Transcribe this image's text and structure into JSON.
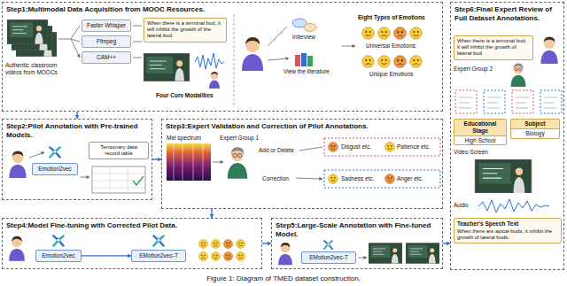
{
  "diagram": {
    "caption": "Figure 1: Diagram of TMED dataset construction.",
    "nodes": [
      {
        "text": [
          "Step1:Multimodal Data Acquisition from MOOC Resources."
        ]
      },
      {
        "text": [
          "Faster Whisper"
        ],
        "in": 0
      },
      {
        "text": [
          "Ffmpeg"
        ],
        "in": 0
      },
      {
        "text": [
          "CAM++"
        ],
        "in": 0
      },
      {
        "text": [
          "When there is a terminal bud, it will inhibit the growth of the lateral bud"
        ],
        "in": 0
      },
      {
        "text": [
          "Step2:Pilot Annotation with Pre-trained Models."
        ]
      },
      {
        "text": [
          "Emotion2vec"
        ],
        "in": 5
      },
      {
        "text": [
          "Temporary data record table"
        ],
        "in": 5
      },
      {
        "text": [
          "Step3:Expert Validation and Correction of Pilot Annotations."
        ]
      },
      {
        "text": [
          "Step4:Model Fine-tuning with Corrected Pilot Data."
        ]
      },
      {
        "text": [
          "Emotion2vec"
        ],
        "in": 9
      },
      {
        "text": [
          "EMotion2vec-T"
        ],
        "in": 9
      },
      {
        "text": [
          "Step5:Large-Scale Annotation with Fine-tuned Model."
        ]
      },
      {
        "text": [
          "EMotion2vec-T"
        ],
        "in": 12
      },
      {
        "text": [
          "Step6:Final Expert Review of Full Dataset Annotations."
        ]
      },
      {
        "text": [
          "When there is a terminal bud, it will inhibit the growth of lateral bud"
        ],
        "in": 14
      },
      {
        "text": [
          "Educational Stage",
          "High School"
        ],
        "in": 14
      },
      {
        "text": [
          "Subject",
          "Biology"
        ],
        "in": 14
      },
      {
        "text": [
          "Teacher's Speech Text",
          "When there are apical buds, it inhibit the growth of lateral buds."
        ],
        "in": 14
      }
    ],
    "edges": [
      {
        "from": 0,
        "to": 5,
        "arrow": "to"
      },
      {
        "from": 5,
        "to": 8,
        "arrow": "to"
      },
      {
        "from": 8,
        "to": 9,
        "arrow": "to"
      },
      {
        "from": 10,
        "to": 11,
        "arrow": "to"
      },
      {
        "from": 9,
        "to": 12,
        "arrow": "to"
      },
      {
        "from": 12,
        "to": 14,
        "arrow": "to"
      }
    ],
    "labels": [
      "Authentic classroom videos from MOOCs",
      "Four Core Modalities",
      "Interview",
      "View the literature",
      "Eight Types of Emotions",
      "Universal Emotions",
      "Unique Emotions",
      "Mel spectrum",
      "Expert Group 1",
      "Add or Delete",
      "Correction",
      "Disgust etc.",
      "Patience etc.",
      "Sadness etc.",
      "Anger etc.",
      "Expert Group 2",
      "Video Screen",
      "Audio"
    ]
  }
}
